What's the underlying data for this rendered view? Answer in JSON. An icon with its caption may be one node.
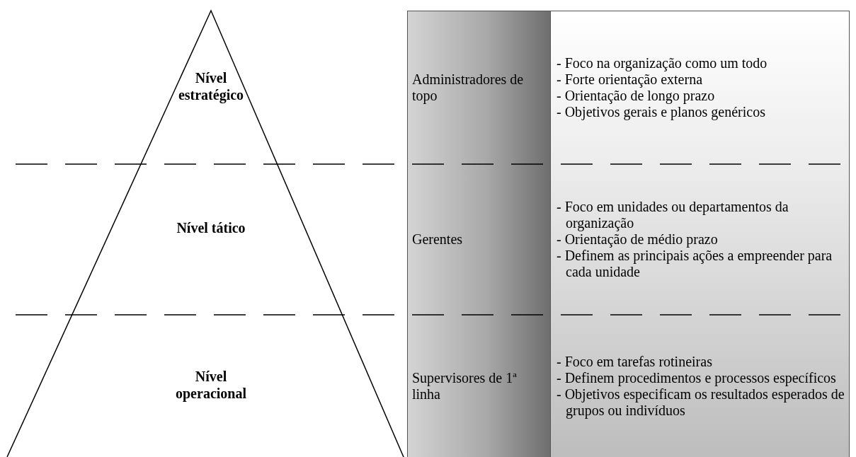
{
  "diagram": {
    "nodes": [
      {
        "text": [
          "Nível estratégico"
        ]
      },
      {
        "text": [
          "Nível tático"
        ]
      },
      {
        "text": [
          "Nível operacional"
        ]
      },
      {
        "text": [
          "Administradores de topo"
        ]
      },
      {
        "text": [
          "- Foco na organização como um todo",
          "- Forte orientação externa",
          "- Orientação de longo prazo",
          "- Objetivos gerais e planos genéricos"
        ]
      },
      {
        "text": [
          "Gerentes"
        ]
      },
      {
        "text": [
          "- Foco em unidades ou departamentos da organização",
          "- Orientação de médio prazo",
          "- Definem as principais ações a empreender para cada  unidade"
        ]
      },
      {
        "text": [
          "Supervisores de 1ª linha"
        ]
      },
      {
        "text": [
          "- Foco em tarefas rotineiras",
          "- Definem procedimentos e processos específicos",
          "- Objetivos especificam os resultados esperados de grupos ou indivíduos"
        ]
      }
    ],
    "edges": []
  }
}
